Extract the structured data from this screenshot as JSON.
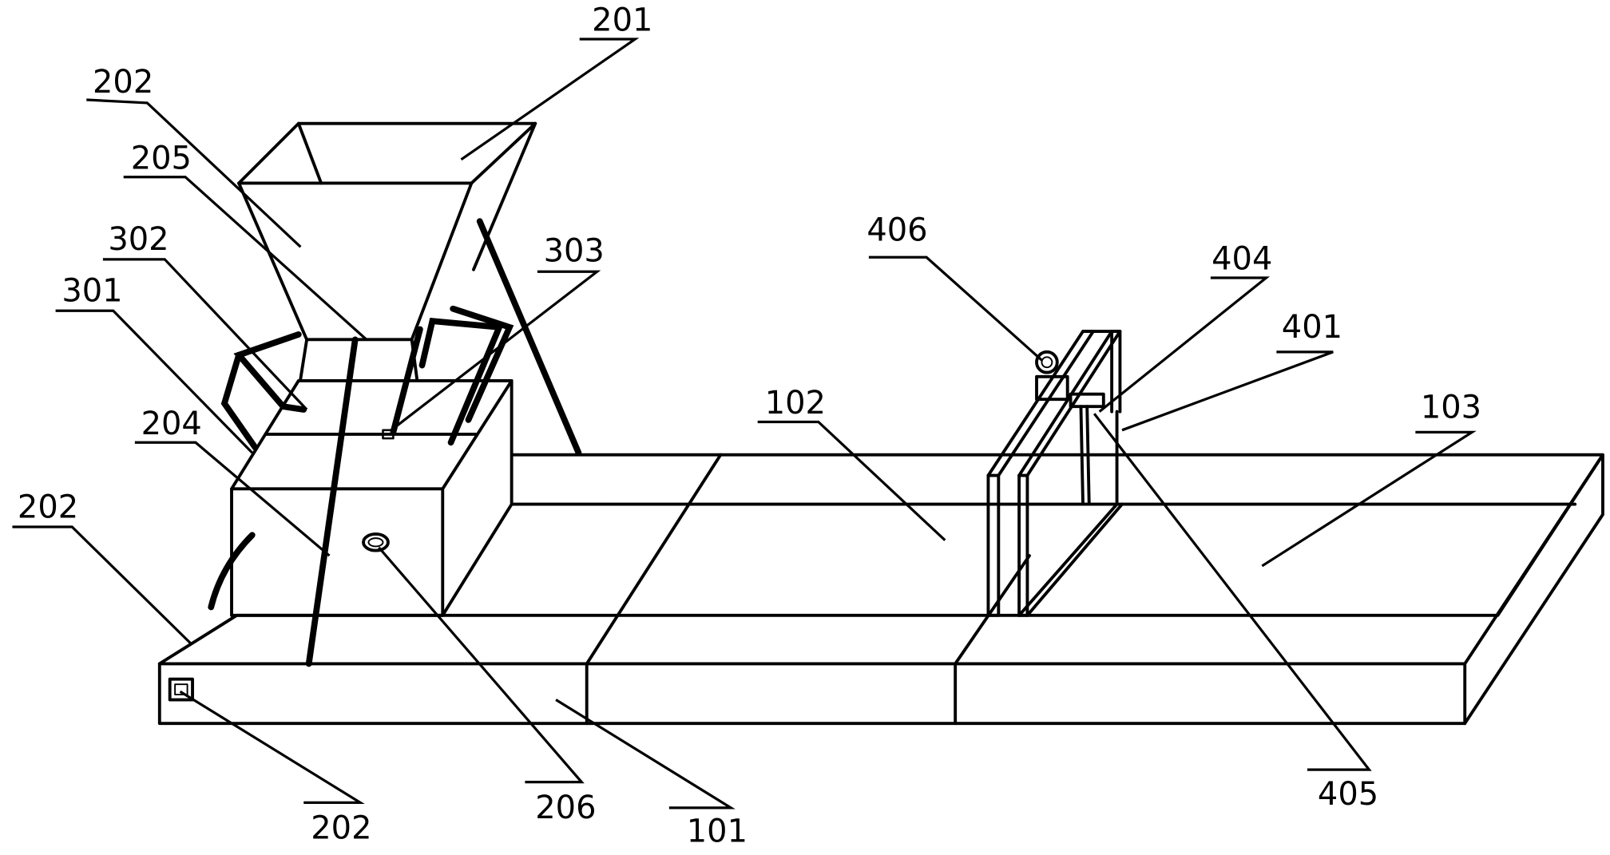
{
  "labels": {
    "l201": "201",
    "l202_hopper": "202",
    "l205": "205",
    "l302": "302",
    "l303": "303",
    "l301": "301",
    "l204": "204",
    "l202_base": "202",
    "l202_switch": "202",
    "l206": "206",
    "l101": "101",
    "l102": "102",
    "l103": "103",
    "l406": "406",
    "l404": "404",
    "l401": "401",
    "l405": "405"
  }
}
